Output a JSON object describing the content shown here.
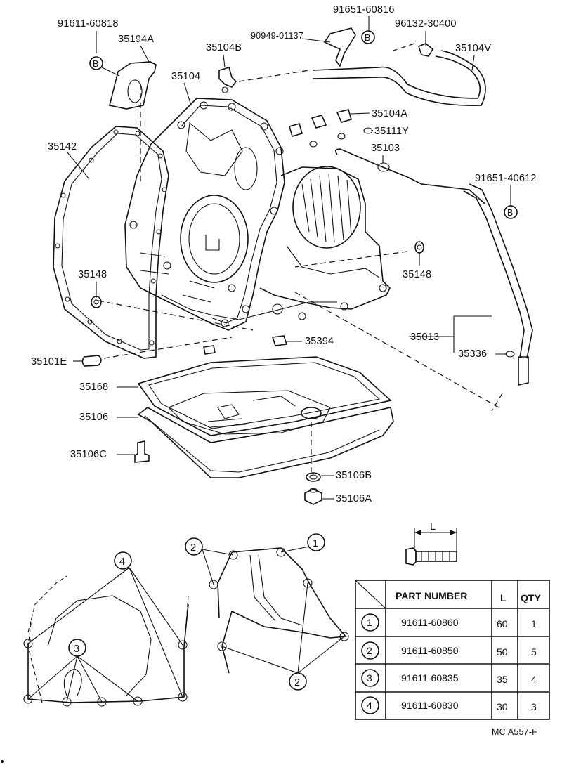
{
  "labels": {
    "p91611_60818": "91611-60818",
    "p35194A": "35194A",
    "p35104B": "35104B",
    "p35104": "35104",
    "p90949_01137": "90949-01137",
    "p91651_60816": "91651-60816",
    "p96132_30400": "96132-30400",
    "p35104V": "35104V",
    "p35104A": "35104A",
    "p35111Y": "35111Y",
    "p35103": "35103",
    "p35142": "35142",
    "p91651_40612": "91651-40612",
    "p35148_left": "35148",
    "p35148_right": "35148",
    "p35013": "35013",
    "p35336": "35336",
    "p35394": "35394",
    "p35101E": "35101E",
    "p35168": "35168",
    "p35106": "35106",
    "p35106C": "35106C",
    "p35106B": "35106B",
    "p35106A": "35106A",
    "b_marker": "B",
    "length_marker": "L",
    "figure_code": "MC A557-F"
  },
  "callouts": {
    "left_view": [
      "4",
      "3"
    ],
    "right_view": [
      "2",
      "1",
      "2"
    ]
  },
  "bolt_table": {
    "headers": [
      "PART NUMBER",
      "L",
      "QTY"
    ],
    "rows": [
      {
        "ref": "1",
        "part_number": "91611-60860",
        "length": "60",
        "qty": "1"
      },
      {
        "ref": "2",
        "part_number": "91611-60850",
        "length": "50",
        "qty": "5"
      },
      {
        "ref": "3",
        "part_number": "91611-60835",
        "length": "35",
        "qty": "4"
      },
      {
        "ref": "4",
        "part_number": "91611-60830",
        "length": "30",
        "qty": "3"
      }
    ]
  }
}
